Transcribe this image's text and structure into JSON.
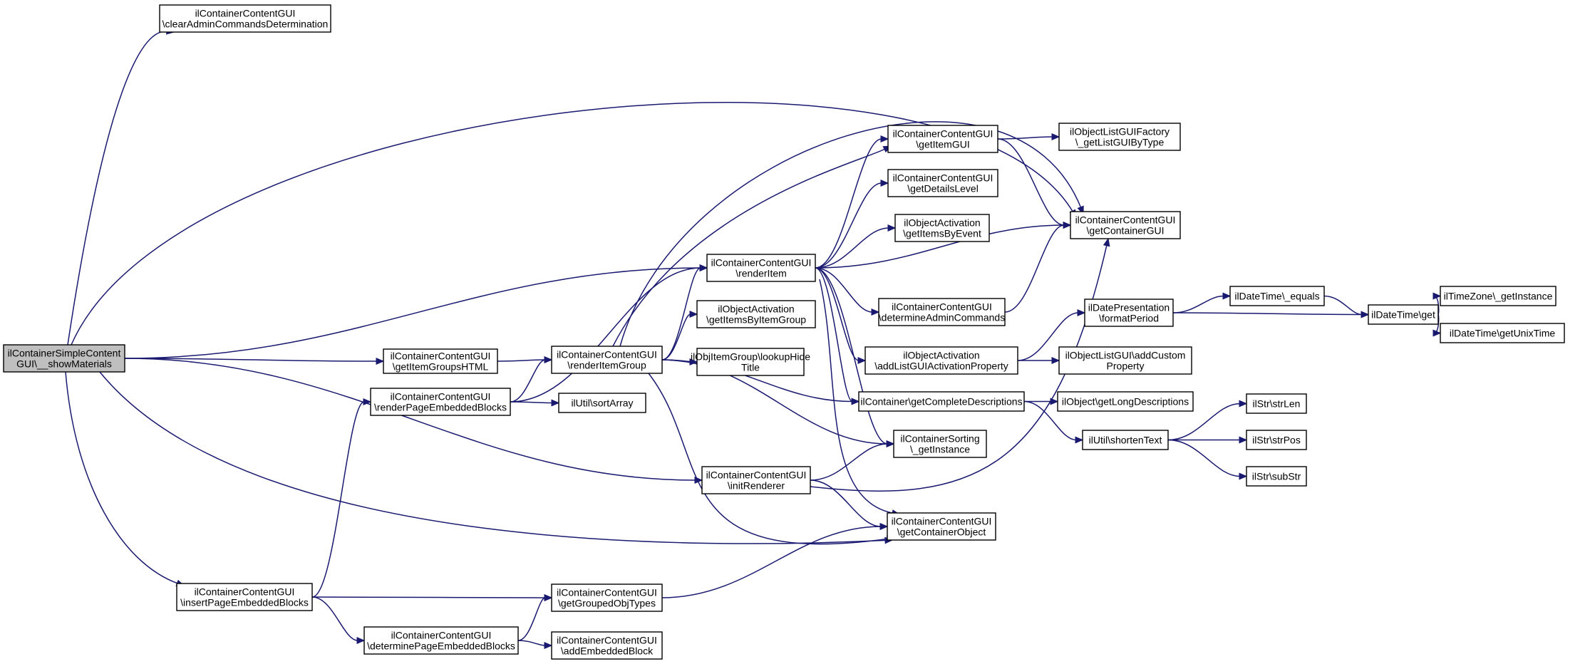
{
  "colors": {
    "edge": "#191970",
    "node_border": "#000000",
    "node_fill": "#ffffff",
    "root_fill": "#bfbfbf"
  },
  "nodes": [
    {
      "id": "showMaterials",
      "lines": [
        "ilContainerSimpleContent",
        "GUI\\__showMaterials"
      ],
      "root": true
    },
    {
      "id": "clearAdmin",
      "lines": [
        "ilContainerContentGUI",
        "\\clearAdminCommandsDetermination"
      ]
    },
    {
      "id": "getItemGroupsHTML",
      "lines": [
        "ilContainerContentGUI",
        "\\getItemGroupsHTML"
      ]
    },
    {
      "id": "renderPageEmbeddedBlocks",
      "lines": [
        "ilContainerContentGUI",
        "\\renderPageEmbeddedBlocks"
      ]
    },
    {
      "id": "insertPageEmbeddedBlocks",
      "lines": [
        "ilContainerContentGUI",
        "\\insertPageEmbeddedBlocks"
      ]
    },
    {
      "id": "determinePageEmbeddedBlocks",
      "lines": [
        "ilContainerContentGUI",
        "\\determinePageEmbeddedBlocks"
      ]
    },
    {
      "id": "renderItemGroup",
      "lines": [
        "ilContainerContentGUI",
        "\\renderItemGroup"
      ]
    },
    {
      "id": "sortArray",
      "lines": [
        "ilUtil\\sortArray"
      ]
    },
    {
      "id": "getGroupedObjTypes",
      "lines": [
        "ilContainerContentGUI",
        "\\getGroupedObjTypes"
      ]
    },
    {
      "id": "addEmbeddedBlock",
      "lines": [
        "ilContainerContentGUI",
        "\\addEmbeddedBlock"
      ]
    },
    {
      "id": "renderItem",
      "lines": [
        "ilContainerContentGUI",
        "\\renderItem"
      ]
    },
    {
      "id": "getItemsByItemGroup",
      "lines": [
        "ilObjectActivation",
        "\\getItemsByItemGroup"
      ]
    },
    {
      "id": "lookupHideTitle",
      "lines": [
        "ilObjItemGroup\\lookupHide",
        "Title"
      ]
    },
    {
      "id": "initRenderer",
      "lines": [
        "ilContainerContentGUI",
        "\\initRenderer"
      ]
    },
    {
      "id": "getItemGUI",
      "lines": [
        "ilContainerContentGUI",
        "\\getItemGUI"
      ]
    },
    {
      "id": "getDetailsLevel",
      "lines": [
        "ilContainerContentGUI",
        "\\getDetailsLevel"
      ]
    },
    {
      "id": "getItemsByEvent",
      "lines": [
        "ilObjectActivation",
        "\\getItemsByEvent"
      ]
    },
    {
      "id": "determineAdminCommands",
      "lines": [
        "ilContainerContentGUI",
        "\\determineAdminCommands"
      ]
    },
    {
      "id": "addListGUIActivationProperty",
      "lines": [
        "ilObjectActivation",
        "\\addListGUIActivationProperty"
      ]
    },
    {
      "id": "getCompleteDescriptions",
      "lines": [
        "ilContainer\\getCompleteDescriptions"
      ]
    },
    {
      "id": "containerSortingGetInstance",
      "lines": [
        "ilContainerSorting",
        "\\_getInstance"
      ]
    },
    {
      "id": "getContainerObject",
      "lines": [
        "ilContainerContentGUI",
        "\\getContainerObject"
      ]
    },
    {
      "id": "getListGUIByType",
      "lines": [
        "ilObjectListGUIFactory",
        "\\_getListGUIByType"
      ]
    },
    {
      "id": "getContainerGUI",
      "lines": [
        "ilContainerContentGUI",
        "\\getContainerGUI"
      ]
    },
    {
      "id": "formatPeriod",
      "lines": [
        "ilDatePresentation",
        "\\formatPeriod"
      ]
    },
    {
      "id": "addCustomProperty",
      "lines": [
        "ilObjectListGUI\\addCustom",
        "Property"
      ]
    },
    {
      "id": "getLongDescriptions",
      "lines": [
        "ilObject\\getLongDescriptions"
      ]
    },
    {
      "id": "shortenText",
      "lines": [
        "ilUtil\\shortenText"
      ]
    },
    {
      "id": "dateTimeEquals",
      "lines": [
        "ilDateTime\\_equals"
      ]
    },
    {
      "id": "dateTimeGet",
      "lines": [
        "ilDateTime\\get"
      ]
    },
    {
      "id": "strLen",
      "lines": [
        "ilStr\\strLen"
      ]
    },
    {
      "id": "strPos",
      "lines": [
        "ilStr\\strPos"
      ]
    },
    {
      "id": "subStr",
      "lines": [
        "ilStr\\subStr"
      ]
    },
    {
      "id": "timeZoneGetInstance",
      "lines": [
        "ilTimeZone\\_getInstance"
      ]
    },
    {
      "id": "getUnixTime",
      "lines": [
        "ilDateTime\\getUnixTime"
      ]
    }
  ],
  "edges": [
    [
      "showMaterials",
      "clearAdmin"
    ],
    [
      "showMaterials",
      "getContainerGUI"
    ],
    [
      "showMaterials",
      "renderItem"
    ],
    [
      "showMaterials",
      "getItemGroupsHTML"
    ],
    [
      "showMaterials",
      "initRenderer"
    ],
    [
      "showMaterials",
      "getContainerObject"
    ],
    [
      "showMaterials",
      "insertPageEmbeddedBlocks"
    ],
    [
      "getItemGroupsHTML",
      "renderItemGroup"
    ],
    [
      "renderPageEmbeddedBlocks",
      "renderItemGroup"
    ],
    [
      "renderPageEmbeddedBlocks",
      "renderItem"
    ],
    [
      "renderPageEmbeddedBlocks",
      "sortArray"
    ],
    [
      "insertPageEmbeddedBlocks",
      "renderPageEmbeddedBlocks"
    ],
    [
      "insertPageEmbeddedBlocks",
      "getGroupedObjTypes"
    ],
    [
      "insertPageEmbeddedBlocks",
      "determinePageEmbeddedBlocks"
    ],
    [
      "determinePageEmbeddedBlocks",
      "getGroupedObjTypes"
    ],
    [
      "determinePageEmbeddedBlocks",
      "addEmbeddedBlock"
    ],
    [
      "renderItemGroup",
      "getContainerGUI"
    ],
    [
      "renderItemGroup",
      "getItemGUI"
    ],
    [
      "renderItemGroup",
      "renderItem"
    ],
    [
      "renderItemGroup",
      "getItemsByItemGroup"
    ],
    [
      "renderItemGroup",
      "lookupHideTitle"
    ],
    [
      "renderItemGroup",
      "getCompleteDescriptions"
    ],
    [
      "renderItemGroup",
      "containerSortingGetInstance"
    ],
    [
      "renderItemGroup",
      "getContainerObject"
    ],
    [
      "getGroupedObjTypes",
      "getContainerObject"
    ],
    [
      "renderItem",
      "getItemGUI"
    ],
    [
      "renderItem",
      "getDetailsLevel"
    ],
    [
      "renderItem",
      "getItemsByEvent"
    ],
    [
      "renderItem",
      "getContainerGUI"
    ],
    [
      "renderItem",
      "determineAdminCommands"
    ],
    [
      "renderItem",
      "addListGUIActivationProperty"
    ],
    [
      "renderItem",
      "getCompleteDescriptions"
    ],
    [
      "renderItem",
      "containerSortingGetInstance"
    ],
    [
      "renderItem",
      "getContainerObject"
    ],
    [
      "initRenderer",
      "containerSortingGetInstance"
    ],
    [
      "initRenderer",
      "getContainerGUI"
    ],
    [
      "initRenderer",
      "getContainerObject"
    ],
    [
      "getItemGUI",
      "getListGUIByType"
    ],
    [
      "getItemGUI",
      "getContainerGUI"
    ],
    [
      "determineAdminCommands",
      "getContainerGUI"
    ],
    [
      "addListGUIActivationProperty",
      "formatPeriod"
    ],
    [
      "addListGUIActivationProperty",
      "addCustomProperty"
    ],
    [
      "getCompleteDescriptions",
      "getLongDescriptions"
    ],
    [
      "getCompleteDescriptions",
      "shortenText"
    ],
    [
      "formatPeriod",
      "dateTimeEquals"
    ],
    [
      "formatPeriod",
      "dateTimeGet"
    ],
    [
      "dateTimeEquals",
      "dateTimeGet"
    ],
    [
      "dateTimeGet",
      "timeZoneGetInstance"
    ],
    [
      "dateTimeGet",
      "getUnixTime"
    ],
    [
      "shortenText",
      "strLen"
    ],
    [
      "shortenText",
      "strPos"
    ],
    [
      "shortenText",
      "subStr"
    ]
  ]
}
